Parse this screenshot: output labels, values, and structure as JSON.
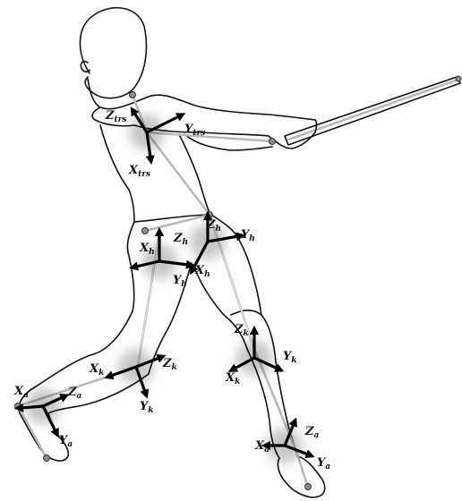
{
  "frames": [
    {
      "name": "trunk",
      "labels": {
        "z": [
          "Z",
          "trs"
        ],
        "y": [
          "Y",
          "trs"
        ],
        "x": [
          "X",
          "trs"
        ]
      }
    },
    {
      "name": "hip-left",
      "labels": {
        "z": [
          "Z",
          "h"
        ],
        "y": [
          "Y",
          "h"
        ],
        "x": [
          "X",
          "h"
        ]
      }
    },
    {
      "name": "hip-right",
      "labels": {
        "z": [
          "Z",
          "h"
        ],
        "y": [
          "Y",
          "h"
        ],
        "x": [
          "X",
          "h"
        ]
      }
    },
    {
      "name": "knee-rear",
      "labels": {
        "z": [
          "Z",
          "k"
        ],
        "y": [
          "Y",
          "k"
        ],
        "x": [
          "X",
          "k"
        ]
      }
    },
    {
      "name": "knee-front",
      "labels": {
        "z": [
          "Z",
          "k"
        ],
        "y": [
          "Y",
          "k"
        ],
        "x": [
          "X",
          "k"
        ]
      }
    },
    {
      "name": "ankle-rear",
      "labels": {
        "z": [
          "Z",
          "a"
        ],
        "y": [
          "Y",
          "a"
        ],
        "x": [
          "X",
          "a"
        ]
      }
    },
    {
      "name": "ankle-front",
      "labels": {
        "z": [
          "Z",
          "a"
        ],
        "y": [
          "Y",
          "a"
        ],
        "x": [
          "X",
          "a"
        ]
      }
    }
  ]
}
